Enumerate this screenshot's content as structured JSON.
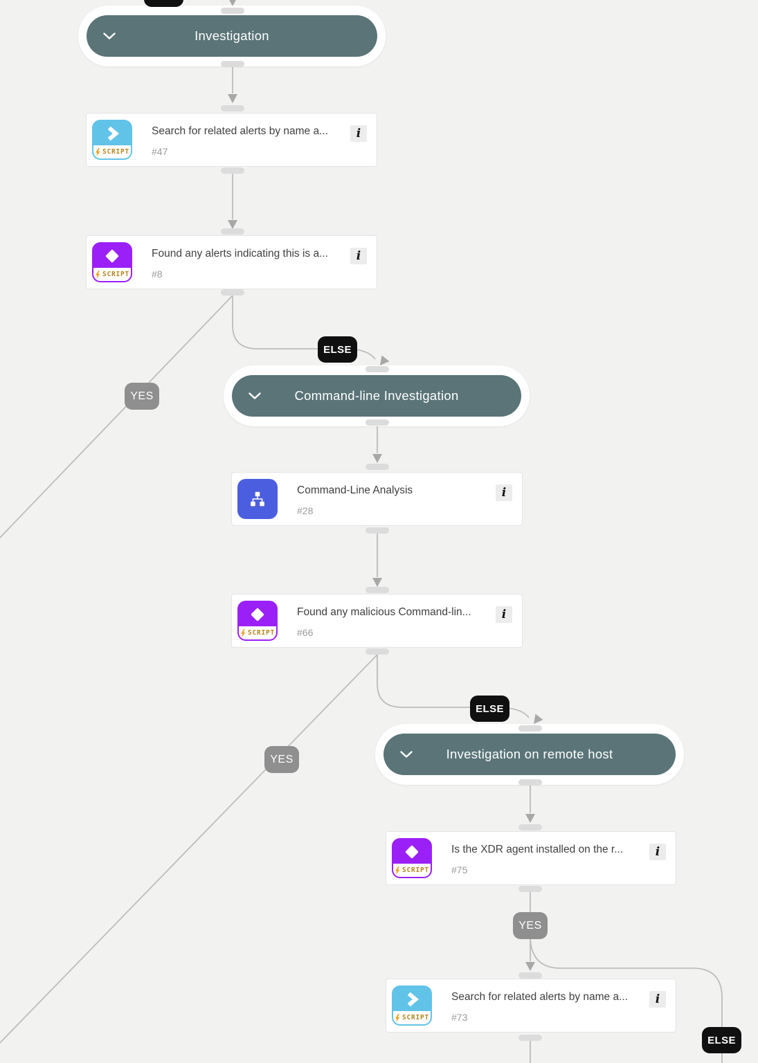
{
  "canvas": {
    "background": "#f2f2f1"
  },
  "palette": {
    "group_header": "#5a7478",
    "else_badge_bg": "#101010",
    "yes_badge_bg": "#8f8f8f",
    "automation_icon": "#62c3e8",
    "condition_icon": "#9b20f7",
    "playbook_icon": "#4c5ee0",
    "script_badge_text": "#b5861f",
    "connector_line": "#bdbdbd",
    "connector_handle": "#dcdcdc",
    "card_border": "#e4e4e4",
    "title_text": "#404040",
    "number_text": "#9b9b9b"
  },
  "groups": [
    {
      "label": "Investigation"
    },
    {
      "label": "Command-line Investigation"
    },
    {
      "label": "Investigation on remote host"
    }
  ],
  "nodes": [
    {
      "title": "Search for related alerts by name a...",
      "number": "#47",
      "type": "automation-script",
      "badge": "SCRIPT"
    },
    {
      "title": "Found any alerts indicating this is a...",
      "number": "#8",
      "type": "condition-script",
      "badge": "SCRIPT"
    },
    {
      "title": "Command-Line Analysis",
      "number": "#28",
      "type": "sub-playbook",
      "badge": ""
    },
    {
      "title": "Found any malicious Command-lin...",
      "number": "#66",
      "type": "condition-script",
      "badge": "SCRIPT"
    },
    {
      "title": "Is the XDR agent installed on the r...",
      "number": "#75",
      "type": "condition-script",
      "badge": "SCRIPT"
    },
    {
      "title": "Search for related alerts by name a...",
      "number": "#73",
      "type": "automation-script",
      "badge": "SCRIPT"
    }
  ],
  "branch_labels": {
    "else": "ELSE",
    "yes": "YES"
  },
  "info_icon_glyph": "i"
}
